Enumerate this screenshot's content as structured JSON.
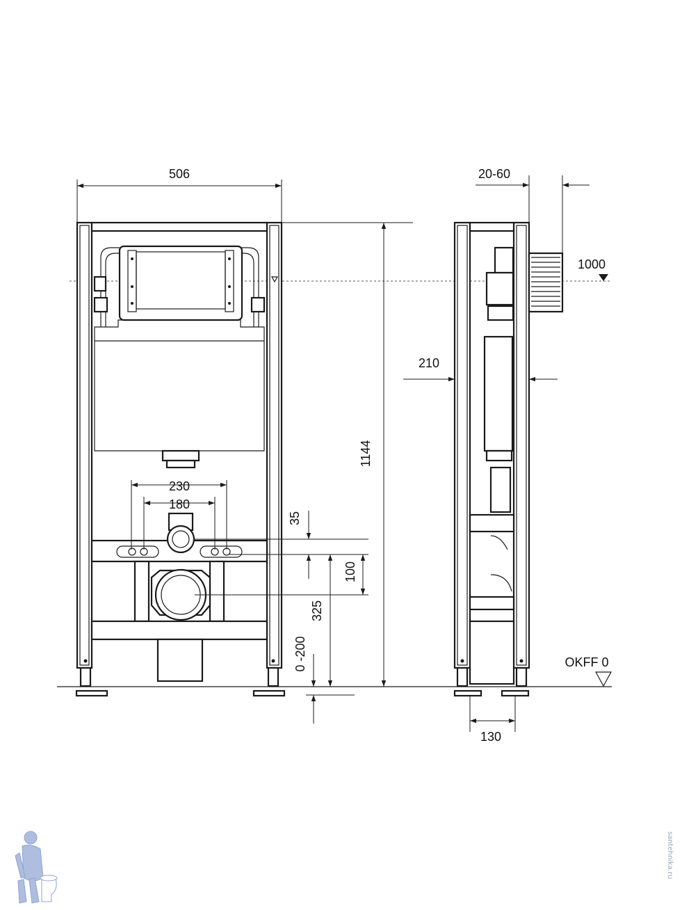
{
  "colors": {
    "line": "#1a1a1a",
    "watermark": "#9aa6b8",
    "logo": "#aebde0"
  },
  "dimensions": {
    "frame_width": "506",
    "wall_gap": "20-60",
    "actuator_height": "1000",
    "depth": "210",
    "total_height": "1144",
    "bolt_spacing_outer": "230",
    "bolt_spacing_inner": "180",
    "inlet_offset": "35",
    "outlet_offset": "100",
    "outlet_height": "325",
    "leg_adjust": "0 -200",
    "foot_depth": "130"
  },
  "floor_label": "OKFF 0",
  "watermark_text": "santehnika.ru",
  "logo_icon": "plumber-with-toilet-icon"
}
